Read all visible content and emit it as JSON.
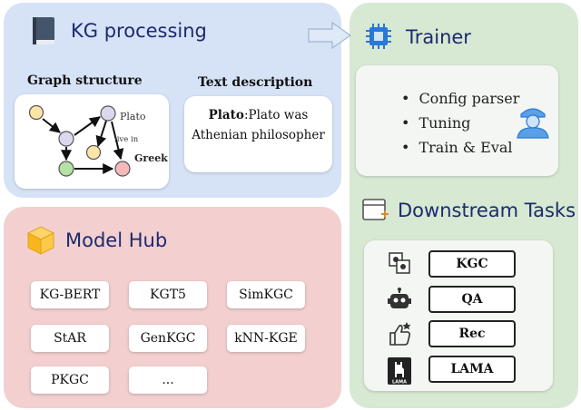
{
  "kg_processing": {
    "title": "KG processing",
    "graph_structure": {
      "label": "Graph structure",
      "node_labels": [
        "Plato",
        "Greek"
      ],
      "edge_label": "live in"
    },
    "text_description": {
      "label": "Text description",
      "entity": "Plato",
      "sep": ":",
      "text_part1": "Plato was",
      "text_part2": "Athenian philosopher"
    }
  },
  "model_hub": {
    "title": "Model Hub",
    "models": [
      "KG-BERT",
      "KGT5",
      "SimKGC",
      "StAR",
      "GenKGC",
      "kNN-KGE",
      "PKGC",
      "..."
    ]
  },
  "trainer": {
    "title": "Trainer",
    "items": [
      "Config parser",
      "Tuning",
      "Train & Eval"
    ]
  },
  "downstream": {
    "title": "Downstream Tasks",
    "tasks": [
      "KGC",
      "QA",
      "Rec",
      "LAMA"
    ],
    "lama_icon_text": "LAMA"
  },
  "colors": {
    "kg_panel": "#d6e2f6",
    "hub_panel": "#f3cfcf",
    "right_panel": "#d7e8d3",
    "title_text": "#1c2a6e",
    "node_purple": "#dcd7ee",
    "node_green": "#b5e0a6",
    "node_orange": "#fce5a6",
    "node_red": "#f4b9b9"
  }
}
